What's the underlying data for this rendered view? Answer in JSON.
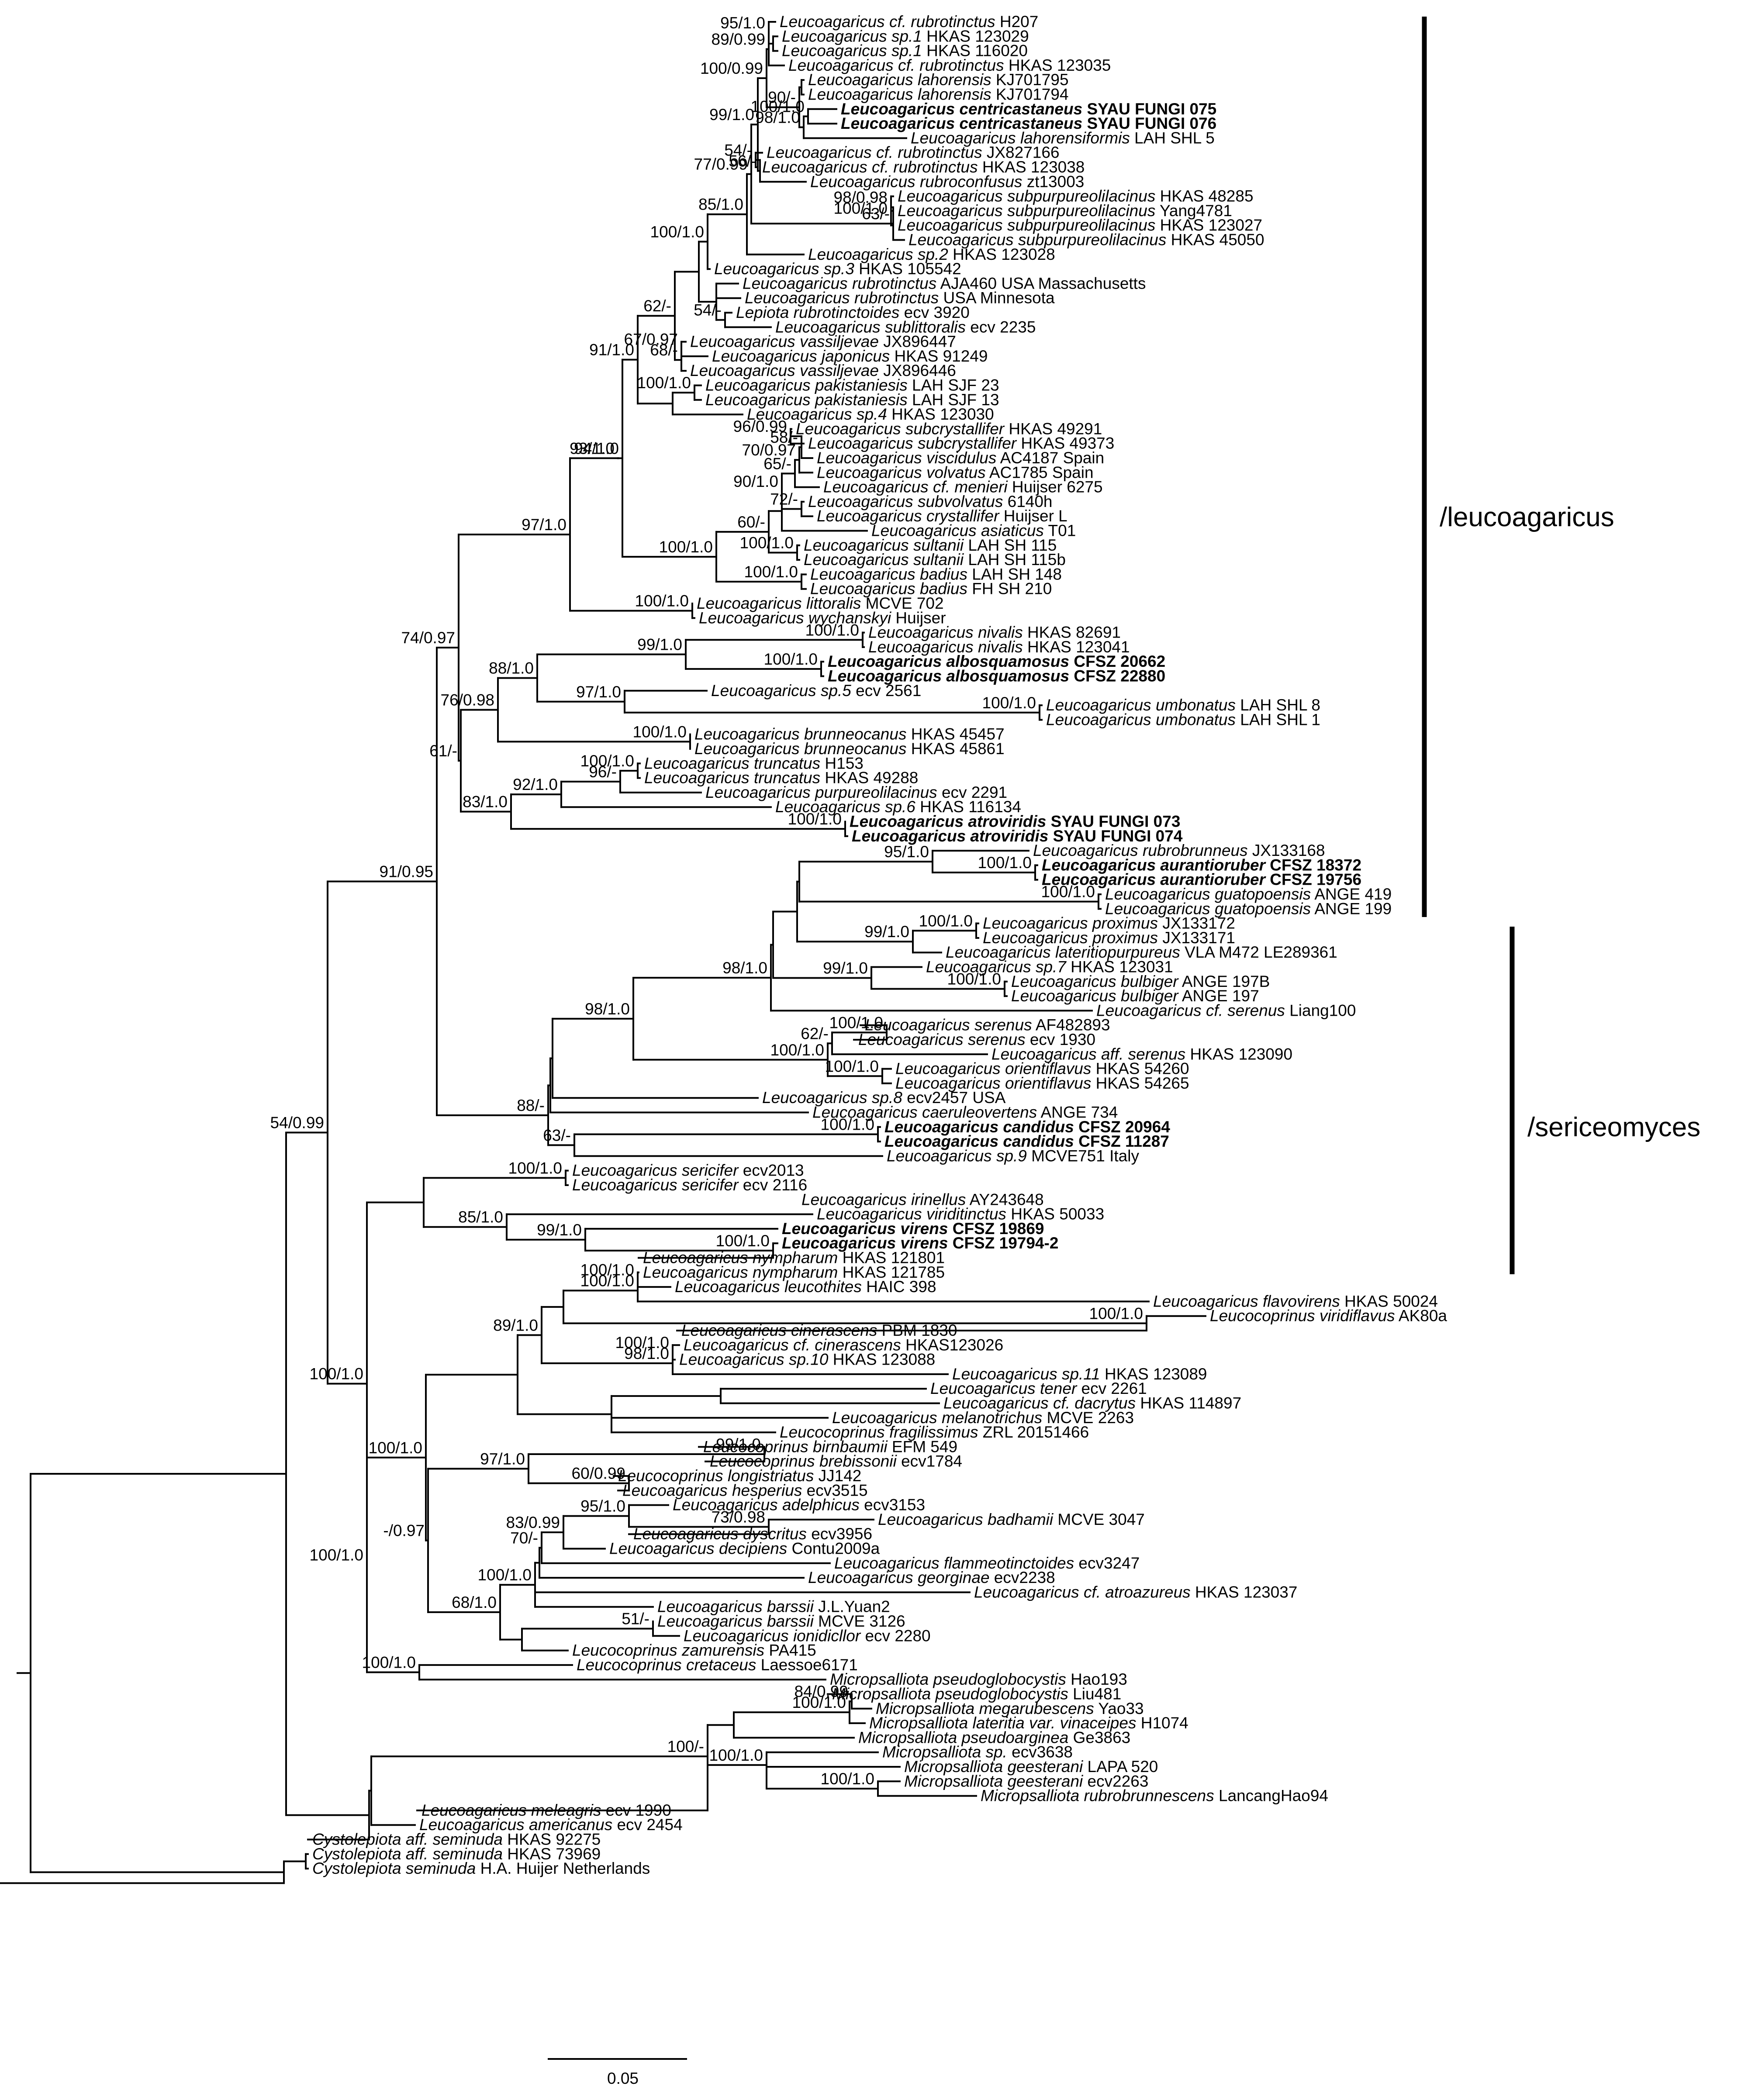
{
  "colors": {
    "line": "#000000",
    "text": "#000000",
    "background": "#ffffff"
  },
  "scale_bar": {
    "label": "0.05"
  },
  "clades": [
    {
      "name": "/leucoagaricus"
    },
    {
      "name": "/sericeomyces"
    }
  ],
  "taxa": [
    {
      "sp": "Leucoagaricus",
      "ep": "cf. rubrotinctus",
      "code": "H207",
      "bold": false
    },
    {
      "sp": "Leucoagaricus",
      "ep": "sp.1",
      "code": "HKAS 123029",
      "bold": false
    },
    {
      "sp": "Leucoagaricus",
      "ep": "sp.1",
      "code": "HKAS 116020",
      "bold": false
    },
    {
      "sp": "Leucoagaricus",
      "ep": "cf. rubrotinctus",
      "code": "HKAS 123035",
      "bold": false
    },
    {
      "sp": "Leucoagaricus",
      "ep": "lahorensis",
      "code": "KJ701795",
      "bold": false
    },
    {
      "sp": "Leucoagaricus",
      "ep": "lahorensis",
      "code": "KJ701794",
      "bold": false
    },
    {
      "sp": "Leucoagaricus",
      "ep": "centricastaneus",
      "code": "SYAU FUNGI 075",
      "bold": true
    },
    {
      "sp": "Leucoagaricus",
      "ep": "centricastaneus",
      "code": "SYAU FUNGI 076",
      "bold": true
    },
    {
      "sp": "Leucoagaricus",
      "ep": "lahorensiformis",
      "code": "LAH SHL 5",
      "bold": false
    },
    {
      "sp": "Leucoagaricus",
      "ep": "cf. rubrotinctus",
      "code": "JX827166",
      "bold": false
    },
    {
      "sp": "Leucoagaricus",
      "ep": "cf. rubrotinctus",
      "code": "HKAS 123038",
      "bold": false
    },
    {
      "sp": "Leucoagaricus",
      "ep": "rubroconfusus",
      "code": "zt13003",
      "bold": false
    },
    {
      "sp": "Leucoagaricus",
      "ep": "subpurpureolilacinus",
      "code": "HKAS 48285",
      "bold": false
    },
    {
      "sp": "Leucoagaricus",
      "ep": "subpurpureolilacinus",
      "code": "Yang4781",
      "bold": false
    },
    {
      "sp": "Leucoagaricus",
      "ep": "subpurpureolilacinus",
      "code": "HKAS 123027",
      "bold": false
    },
    {
      "sp": "Leucoagaricus",
      "ep": "subpurpureolilacinus",
      "code": "HKAS 45050",
      "bold": false
    },
    {
      "sp": "Leucoagaricus",
      "ep": "sp.2",
      "code": "HKAS 123028",
      "bold": false
    },
    {
      "sp": "Leucoagaricus",
      "ep": "sp.3",
      "code": "HKAS 105542",
      "bold": false
    },
    {
      "sp": "Leucoagaricus",
      "ep": "rubrotinctus",
      "code": "AJA460 USA Massachusetts",
      "bold": false
    },
    {
      "sp": "Leucoagaricus",
      "ep": "rubrotinctus",
      "code": "USA Minnesota",
      "bold": false
    },
    {
      "sp": "Lepiota",
      "ep": "rubrotinctoides",
      "code": "ecv 3920",
      "bold": false
    },
    {
      "sp": "Leucoagaricus",
      "ep": "sublittoralis",
      "code": "ecv 2235",
      "bold": false
    },
    {
      "sp": "Leucoagaricus",
      "ep": "vassiljevae",
      "code": "JX896447",
      "bold": false
    },
    {
      "sp": "Leucoagaricus",
      "ep": "japonicus",
      "code": "HKAS 91249",
      "bold": false
    },
    {
      "sp": "Leucoagaricus",
      "ep": "vassiljevae",
      "code": "JX896446",
      "bold": false
    },
    {
      "sp": "Leucoagaricus",
      "ep": "pakistaniesis",
      "code": "LAH SJF 23",
      "bold": false
    },
    {
      "sp": "Leucoagaricus",
      "ep": "pakistaniesis",
      "code": "LAH SJF 13",
      "bold": false
    },
    {
      "sp": "Leucoagaricus",
      "ep": "sp.4",
      "code": "HKAS 123030",
      "bold": false
    },
    {
      "sp": "Leucoagaricus",
      "ep": "subcrystallifer",
      "code": "HKAS 49291",
      "bold": false
    },
    {
      "sp": "Leucoagaricus",
      "ep": "subcrystallifer",
      "code": "HKAS 49373",
      "bold": false
    },
    {
      "sp": "Leucoagaricus",
      "ep": "viscidulus",
      "code": "AC4187 Spain",
      "bold": false
    },
    {
      "sp": "Leucoagaricus",
      "ep": "volvatus",
      "code": "AC1785 Spain",
      "bold": false
    },
    {
      "sp": "Leucoagaricus",
      "ep": "cf. menieri",
      "code": "Huijser 6275",
      "bold": false
    },
    {
      "sp": "Leucoagaricus",
      "ep": "subvolvatus",
      "code": "6140h",
      "bold": false
    },
    {
      "sp": "Leucoagaricus",
      "ep": "crystallifer",
      "code": "Huijser L",
      "bold": false
    },
    {
      "sp": "Leucoagaricus",
      "ep": "asiaticus",
      "code": "T01",
      "bold": false
    },
    {
      "sp": "Leucoagaricus",
      "ep": "sultanii",
      "code": "LAH SH 115",
      "bold": false
    },
    {
      "sp": "Leucoagaricus",
      "ep": "sultanii",
      "code": "LAH SH 115b",
      "bold": false
    },
    {
      "sp": "Leucoagaricus",
      "ep": "badius",
      "code": "LAH SH 148",
      "bold": false
    },
    {
      "sp": "Leucoagaricus",
      "ep": "badius",
      "code": "FH SH 210",
      "bold": false
    },
    {
      "sp": "Leucoagaricus",
      "ep": "littoralis",
      "code": "MCVE 702",
      "bold": false
    },
    {
      "sp": "Leucoagaricus",
      "ep": "wychanskyi",
      "code": "Huijser",
      "bold": false
    },
    {
      "sp": "Leucoagaricus",
      "ep": "nivalis",
      "code": "HKAS 82691",
      "bold": false
    },
    {
      "sp": "Leucoagaricus",
      "ep": "nivalis",
      "code": "HKAS 123041",
      "bold": false
    },
    {
      "sp": "Leucoagaricus",
      "ep": "albosquamosus",
      "code": "CFSZ 20662",
      "bold": true
    },
    {
      "sp": "Leucoagaricus",
      "ep": "albosquamosus",
      "code": "CFSZ 22880",
      "bold": true
    },
    {
      "sp": "Leucoagaricus",
      "ep": "sp.5",
      "code": "ecv 2561",
      "bold": false
    },
    {
      "sp": "Leucoagaricus",
      "ep": "umbonatus",
      "code": "LAH SHL 8",
      "bold": false
    },
    {
      "sp": "Leucoagaricus",
      "ep": "umbonatus",
      "code": "LAH SHL 1",
      "bold": false
    },
    {
      "sp": "Leucoagaricus",
      "ep": "brunneocanus",
      "code": "HKAS 45457",
      "bold": false
    },
    {
      "sp": "Leucoagaricus",
      "ep": "brunneocanus",
      "code": "HKAS 45861",
      "bold": false
    },
    {
      "sp": "Leucoagaricus",
      "ep": "truncatus",
      "code": "H153",
      "bold": false
    },
    {
      "sp": "Leucoagaricus",
      "ep": "truncatus",
      "code": "HKAS 49288",
      "bold": false
    },
    {
      "sp": "Leucoagaricus",
      "ep": "purpureolilacinus",
      "code": "ecv 2291",
      "bold": false
    },
    {
      "sp": "Leucoagaricus",
      "ep": "sp.6",
      "code": "HKAS 116134",
      "bold": false
    },
    {
      "sp": "Leucoagaricus",
      "ep": "atroviridis",
      "code": "SYAU FUNGI 073",
      "bold": true
    },
    {
      "sp": "Leucoagaricus",
      "ep": "atroviridis",
      "code": "SYAU FUNGI 074",
      "bold": true
    },
    {
      "sp": "Leucoagaricus",
      "ep": "rubrobrunneus",
      "code": "JX133168",
      "bold": false
    },
    {
      "sp": "Leucoagaricus",
      "ep": "aurantioruber",
      "code": "CFSZ 18372",
      "bold": true
    },
    {
      "sp": "Leucoagaricus",
      "ep": "aurantioruber",
      "code": "CFSZ 19756",
      "bold": true
    },
    {
      "sp": "Leucoagaricus",
      "ep": "guatopoensis",
      "code": "ANGE 419",
      "bold": false
    },
    {
      "sp": "Leucoagaricus",
      "ep": "guatopoensis",
      "code": "ANGE 199",
      "bold": false
    },
    {
      "sp": "Leucoagaricus",
      "ep": "proximus",
      "code": "JX133172",
      "bold": false
    },
    {
      "sp": "Leucoagaricus",
      "ep": "proximus",
      "code": "JX133171",
      "bold": false
    },
    {
      "sp": "Leucoagaricus",
      "ep": "lateritiopurpureus",
      "code": "VLA M472 LE289361",
      "bold": false
    },
    {
      "sp": "Leucoagaricus",
      "ep": "sp.7",
      "code": "HKAS 123031",
      "bold": false
    },
    {
      "sp": "Leucoagaricus",
      "ep": "bulbiger",
      "code": "ANGE 197B",
      "bold": false
    },
    {
      "sp": "Leucoagaricus",
      "ep": "bulbiger",
      "code": "ANGE 197",
      "bold": false
    },
    {
      "sp": "Leucoagaricus",
      "ep": "cf. serenus",
      "code": "Liang100",
      "bold": false
    },
    {
      "sp": "Leucoagaricus",
      "ep": "serenus",
      "code": "AF482893",
      "bold": false
    },
    {
      "sp": "Leucoagaricus",
      "ep": "serenus",
      "code": "ecv 1930",
      "bold": false
    },
    {
      "sp": "Leucoagaricus",
      "ep": "aff. serenus",
      "code": "HKAS 123090",
      "bold": false
    },
    {
      "sp": "Leucoagaricus",
      "ep": "orientiflavus",
      "code": "HKAS 54260",
      "bold": false
    },
    {
      "sp": "Leucoagaricus",
      "ep": "orientiflavus",
      "code": "HKAS 54265",
      "bold": false
    },
    {
      "sp": "Leucoagaricus",
      "ep": "sp.8",
      "code": "ecv2457 USA",
      "bold": false
    },
    {
      "sp": "Leucoagaricus",
      "ep": "caeruleovertens",
      "code": "ANGE 734",
      "bold": false
    },
    {
      "sp": "Leucoagaricus",
      "ep": "candidus",
      "code": "CFSZ 20964",
      "bold": true
    },
    {
      "sp": "Leucoagaricus",
      "ep": "candidus",
      "code": "CFSZ 11287",
      "bold": true
    },
    {
      "sp": "Leucoagaricus",
      "ep": "sp.9",
      "code": "MCVE751 Italy",
      "bold": false
    },
    {
      "sp": "Leucoagaricus",
      "ep": "sericifer",
      "code": "ecv2013",
      "bold": false
    },
    {
      "sp": "Leucoagaricus",
      "ep": "sericifer",
      "code": "ecv 2116",
      "bold": false
    },
    {
      "sp": "Leucoagaricus",
      "ep": "irinellus",
      "code": "AY243648",
      "bold": false
    },
    {
      "sp": "Leucoagaricus",
      "ep": "viriditinctus",
      "code": "HKAS 50033",
      "bold": false
    },
    {
      "sp": "Leucoagaricus",
      "ep": "virens",
      "code": "CFSZ 19869",
      "bold": true
    },
    {
      "sp": "Leucoagaricus",
      "ep": "virens",
      "code": "CFSZ 19794-2",
      "bold": true
    },
    {
      "sp": "Leucoagaricus",
      "ep": "nympharum",
      "code": "HKAS 121801",
      "bold": false
    },
    {
      "sp": "Leucoagaricus",
      "ep": "nympharum",
      "code": "HKAS 121785",
      "bold": false
    },
    {
      "sp": "Leucoagaricus",
      "ep": "leucothites",
      "code": "HAIC 398",
      "bold": false
    },
    {
      "sp": "Leucoagaricus",
      "ep": "flavovirens",
      "code": "HKAS 50024",
      "bold": false
    },
    {
      "sp": "Leucocoprinus",
      "ep": "viridiflavus",
      "code": "AK80a",
      "bold": false
    },
    {
      "sp": "Leucoagaricus",
      "ep": "cinerascens",
      "code": "PBM 1830",
      "bold": false
    },
    {
      "sp": "Leucoagaricus",
      "ep": "cf. cinerascens",
      "code": "HKAS123026",
      "bold": false
    },
    {
      "sp": "Leucoagaricus",
      "ep": "sp.10",
      "code": "HKAS 123088",
      "bold": false
    },
    {
      "sp": "Leucoagaricus",
      "ep": "sp.11",
      "code": "HKAS 123089",
      "bold": false
    },
    {
      "sp": "Leucoagaricus",
      "ep": "tener",
      "code": "ecv 2261",
      "bold": false
    },
    {
      "sp": "Leucoagaricus",
      "ep": "cf. dacrytus",
      "code": "HKAS 114897",
      "bold": false
    },
    {
      "sp": "Leucoagaricus",
      "ep": "melanotrichus",
      "code": "MCVE 2263",
      "bold": false
    },
    {
      "sp": "Leucocoprinus",
      "ep": "fragilissimus",
      "code": "ZRL 20151466",
      "bold": false
    },
    {
      "sp": "Leucocoprinus",
      "ep": "birnbaumii",
      "code": "EFM 549",
      "bold": false
    },
    {
      "sp": "Leucocoprinus",
      "ep": "brebissonii",
      "code": "ecv1784",
      "bold": false
    },
    {
      "sp": "Leucocoprinus",
      "ep": "longistriatus",
      "code": "JJ142",
      "bold": false
    },
    {
      "sp": "Leucoagaricus",
      "ep": "hesperius",
      "code": "ecv3515",
      "bold": false
    },
    {
      "sp": "Leucoagaricus",
      "ep": "adelphicus",
      "code": "ecv3153",
      "bold": false
    },
    {
      "sp": "Leucoagaricus",
      "ep": "badhamii",
      "code": "MCVE 3047",
      "bold": false
    },
    {
      "sp": "Leucoagaricus",
      "ep": "dyscritus",
      "code": "ecv3956",
      "bold": false
    },
    {
      "sp": "Leucoagaricus",
      "ep": "decipiens",
      "code": "Contu2009a",
      "bold": false
    },
    {
      "sp": "Leucoagaricus",
      "ep": "flammeotinctoides",
      "code": "ecv3247",
      "bold": false
    },
    {
      "sp": "Leucoagaricus",
      "ep": "georginae",
      "code": "ecv2238",
      "bold": false
    },
    {
      "sp": "Leucoagaricus",
      "ep": "cf. atroazureus",
      "code": "HKAS 123037",
      "bold": false
    },
    {
      "sp": "Leucoagaricus",
      "ep": "barssii",
      "code": "J.L.Yuan2",
      "bold": false
    },
    {
      "sp": "Leucoagaricus",
      "ep": "barssii",
      "code": "MCVE 3126",
      "bold": false
    },
    {
      "sp": "Leucoagaricus",
      "ep": "ionidicllor",
      "code": "ecv 2280",
      "bold": false
    },
    {
      "sp": "Leucocoprinus",
      "ep": "zamurensis",
      "code": "PA415",
      "bold": false
    },
    {
      "sp": "Leucocoprinus",
      "ep": "cretaceus",
      "code": "Laessoe6171",
      "bold": false
    },
    {
      "sp": "Micropsalliota",
      "ep": "pseudoglobocystis",
      "code": "Hao193",
      "bold": false
    },
    {
      "sp": "Micropsalliota",
      "ep": "pseudoglobocystis",
      "code": "Liu481",
      "bold": false
    },
    {
      "sp": "Micropsalliota",
      "ep": "megarubescens",
      "code": "Yao33",
      "bold": false
    },
    {
      "sp": "Micropsalliota",
      "ep": "lateritia var. vinaceipes",
      "code": "H1074",
      "bold": false
    },
    {
      "sp": "Micropsalliota",
      "ep": "pseudoarginea",
      "code": "Ge3863",
      "bold": false
    },
    {
      "sp": "Micropsalliota",
      "ep": "sp.",
      "code": "ecv3638",
      "bold": false
    },
    {
      "sp": "Micropsalliota",
      "ep": "geesterani",
      "code": "LAPA 520",
      "bold": false
    },
    {
      "sp": "Micropsalliota",
      "ep": "geesterani",
      "code": "ecv2263",
      "bold": false
    },
    {
      "sp": "Micropsalliota",
      "ep": "rubrobrunnescens",
      "code": "LancangHao94",
      "bold": false
    },
    {
      "sp": "Leucoagaricus",
      "ep": "meleagris",
      "code": "ecv 1990",
      "bold": false
    },
    {
      "sp": "Leucoagaricus",
      "ep": "americanus",
      "code": "ecv 2454",
      "bold": false
    },
    {
      "sp": "Cystolepiota",
      "ep": "aff. seminuda",
      "code": "HKAS 92275",
      "bold": false
    },
    {
      "sp": "Cystolepiota",
      "ep": "aff. seminuda",
      "code": "HKAS 73969",
      "bold": false
    },
    {
      "sp": "Cystolepiota",
      "ep": "seminuda",
      "code": "H.A. Huijer Netherlands",
      "bold": false
    }
  ],
  "support": [
    "95/1.0",
    "89/0.99",
    "100/0.99",
    "90/-",
    "100/1.0",
    "98/1.0",
    "99/1.0",
    "56/-",
    "54/-",
    "98/0.98",
    "100/1.0",
    "63/-",
    "77/0.99",
    "85/1.0",
    "100/1.0",
    "54/-",
    "62/-",
    "67/0.97",
    "68/-",
    "100/1.0",
    "91/1.0",
    "96/0.99",
    "58/-",
    "70/0.97",
    "90/1.0",
    "65/-",
    "72/-",
    "100/1.0",
    "60/-",
    "100/1.0",
    "100/1.0",
    "94/1.0",
    "93/1.0",
    "97/1.0",
    "100/1.0",
    "74/0.97",
    "100/1.0",
    "99/1.0",
    "100/1.0",
    "88/1.0",
    "97/1.0",
    "100/1.0",
    "100/1.0",
    "76/0.98",
    "61/-",
    "100/1.0",
    "96/-",
    "92/1.0",
    "100/1.0",
    "83/1.0",
    "95/1.0",
    "100/1.0",
    "100/1.0",
    "99/1.0",
    "100/1.0",
    "99/1.0",
    "100/1.0",
    "98/1.0",
    "62/-",
    "100/1.0",
    "100/1.0",
    "100/1.0",
    "98/1.0",
    "100/1.0",
    "63/-",
    "88/-",
    "91/0.95",
    "100/1.0",
    "85/1.0",
    "99/1.0",
    "100/1.0",
    "100/1.0",
    "100/1.0",
    "100/1.0",
    "100/1.0",
    "98/1.0",
    "89/1.0",
    "99/1.0",
    "60/0.99",
    "97/1.0",
    "95/1.0",
    "73/0.98",
    "83/0.99",
    "70/-",
    "100/1.0",
    "51/-",
    "68/1.0",
    "-/0.97",
    "100/1.0",
    "100/1.0",
    "100/1.0",
    "100/1.0",
    "54/0.99",
    "100/1.0",
    "84/0.99",
    "100/-",
    "100/1.0",
    "100/1.0"
  ]
}
